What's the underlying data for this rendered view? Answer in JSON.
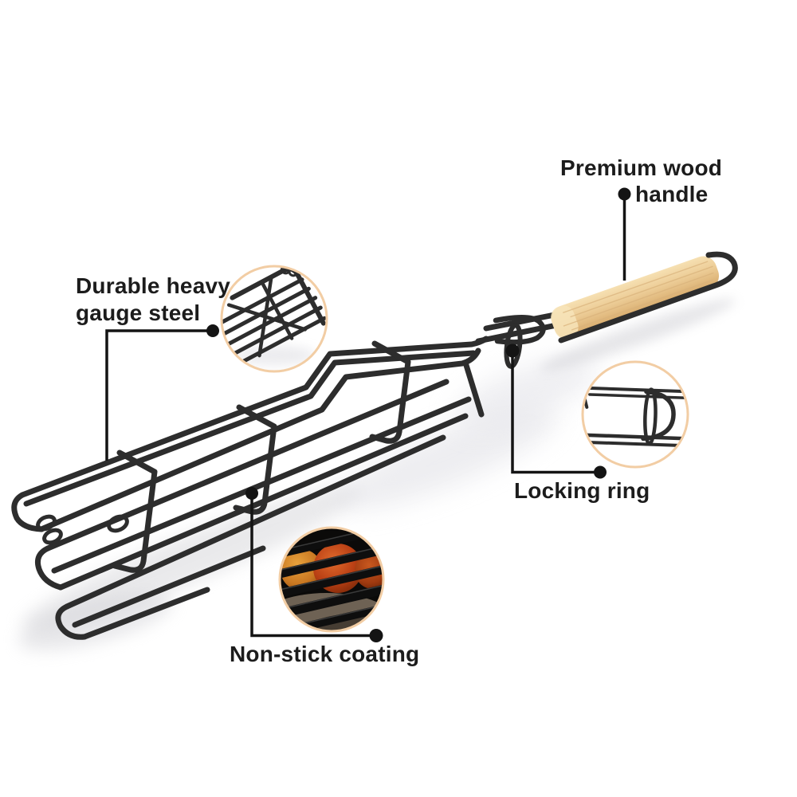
{
  "callouts": {
    "wood_handle": {
      "line1": "Premium wood",
      "line2": "handle"
    },
    "steel": {
      "line1": "Durable heavy",
      "line2": "gauge steel"
    },
    "locking_ring": {
      "label": "Locking ring"
    },
    "non_stick": {
      "label": "Non-stick coating"
    }
  },
  "colors": {
    "background": "#ffffff",
    "text": "#1c1c1c",
    "connector": "#141414",
    "wire": "#2d2d2d",
    "wood_light": "#f6e0b2",
    "wood_dark": "#d5a869",
    "inset_border": "#f2cda4",
    "tomato": "#cf4f1e"
  }
}
